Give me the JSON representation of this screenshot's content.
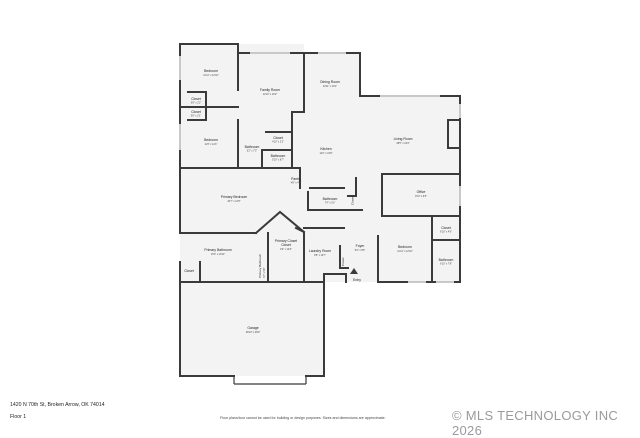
{
  "address": "1420 N 70th St, Broken Arrow, OK 74014",
  "floor_label": "Floor 1",
  "disclaimer": "Floor plans/tour cannot be used for building or design purposes. Sizes and dimensions are approximate.",
  "watermark": "© MLS TECHNOLOGY INC 2026",
  "rooms": {
    "bedroom_nw": {
      "name": "Bedroom",
      "dims": "11'11\" x 12'10\""
    },
    "closet_nw1": {
      "name": "Closet",
      "dims": "5'8\" x 2'2\""
    },
    "closet_nw2": {
      "name": "Closet",
      "dims": "5'8\" x 2'1\""
    },
    "bedroom_w": {
      "name": "Bedroom",
      "dims": "11'6\" x 12'1\""
    },
    "family_room": {
      "name": "Family Room",
      "dims": "12'10\" x 16'2\""
    },
    "closet_mid": {
      "name": "Closet",
      "dims": "4'10\" x 2'2\""
    },
    "bathroom_w": {
      "name": "Bathroom",
      "dims": "5'2\" x 7'3\""
    },
    "bathroom_mid": {
      "name": "Bathroom",
      "dims": "5'10\" x 8'7\""
    },
    "dining_room": {
      "name": "Dining Room",
      "dims": "10'11\" x 10'1\""
    },
    "kitchen": {
      "name": "Kitchen",
      "dims": "12'2\" x 15'9\""
    },
    "living_room": {
      "name": "Living Room",
      "dims": "28'5\" x 19'3\""
    },
    "pantry": {
      "name": "Pantry",
      "dims": "4'8\" x 4'3\""
    },
    "bathroom_c": {
      "name": "Bathroom",
      "dims": "7'4\" x 5'3\""
    },
    "closet_c": {
      "name": "Closet",
      "dims": ""
    },
    "primary_bedroom": {
      "name": "Primary Bedroom",
      "dims": "20'7\" x 12'5\""
    },
    "office": {
      "name": "Office",
      "dims": "15'2\" x 9'6\""
    },
    "primary_bathroom": {
      "name": "Primary Bathroom",
      "dims": "16'3\" x 10'11\""
    },
    "primary_closet": {
      "name": "Primary Closet",
      "dims": "9'2\" x 10'3\""
    },
    "primary_bathroom_2": {
      "name": "Primary Bathroom",
      "dims": "3'7\" x 5'8\""
    },
    "laundry_room": {
      "name": "Laundry Room",
      "dims": "9'5\" x 10'7\""
    },
    "closet_laundry": {
      "name": "Closet",
      "dims": ""
    },
    "foyer": {
      "name": "Foyer",
      "dims": "8'4\" x 8'5\""
    },
    "entry": {
      "name": "Entry",
      "dims": ""
    },
    "bedroom_e": {
      "name": "Bedroom",
      "dims": "11'11\" x 12'10\""
    },
    "closet_e": {
      "name": "Closet",
      "dims": "6'10\" x 4'6\""
    },
    "bathroom_e": {
      "name": "Bathroom",
      "dims": "6'10\" x 7'8\""
    },
    "closet_sw": {
      "name": "Closet",
      "dims": ""
    },
    "garage": {
      "name": "Garage",
      "dims": "28'10\" x 28'9\""
    }
  }
}
